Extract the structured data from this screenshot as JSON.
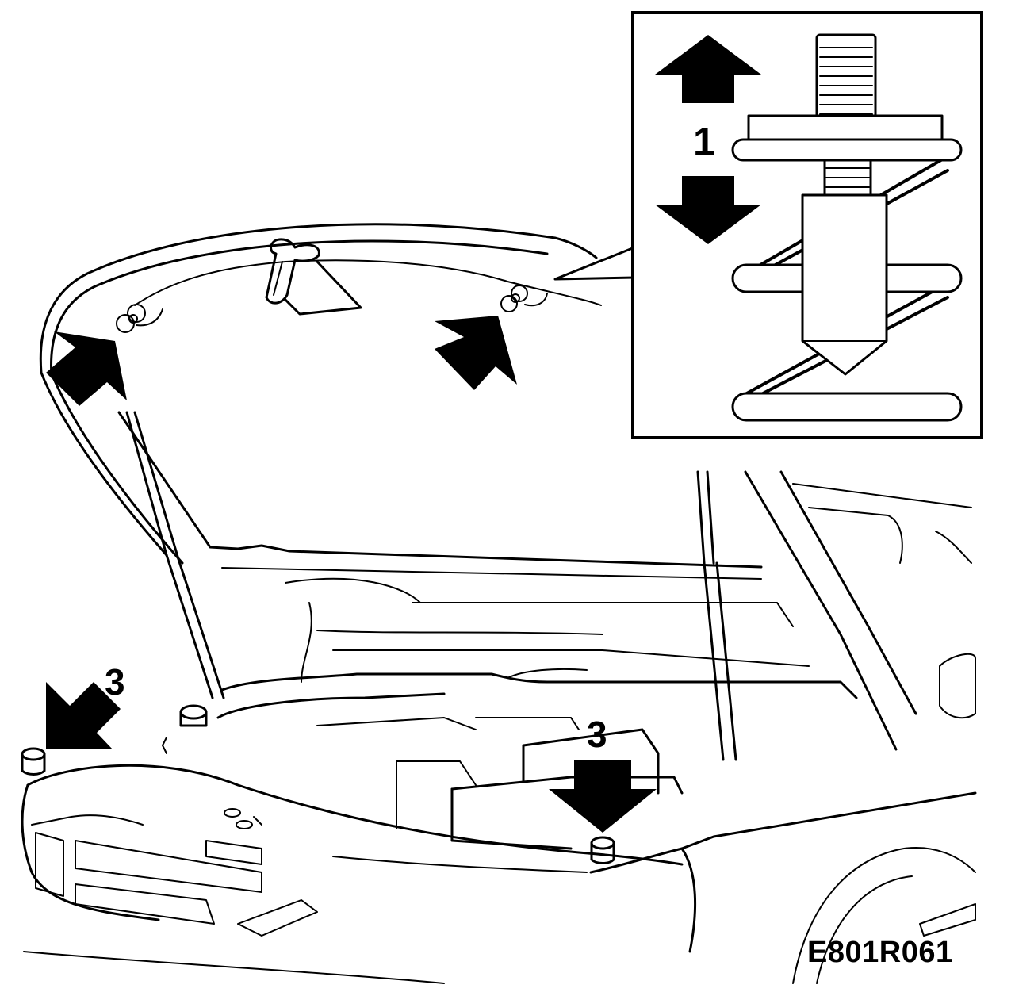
{
  "diagram": {
    "callouts": {
      "clip_detail": "1",
      "left_bump_stop": "3",
      "right_bump_stop": "3"
    },
    "figure_code": "E801R061"
  }
}
